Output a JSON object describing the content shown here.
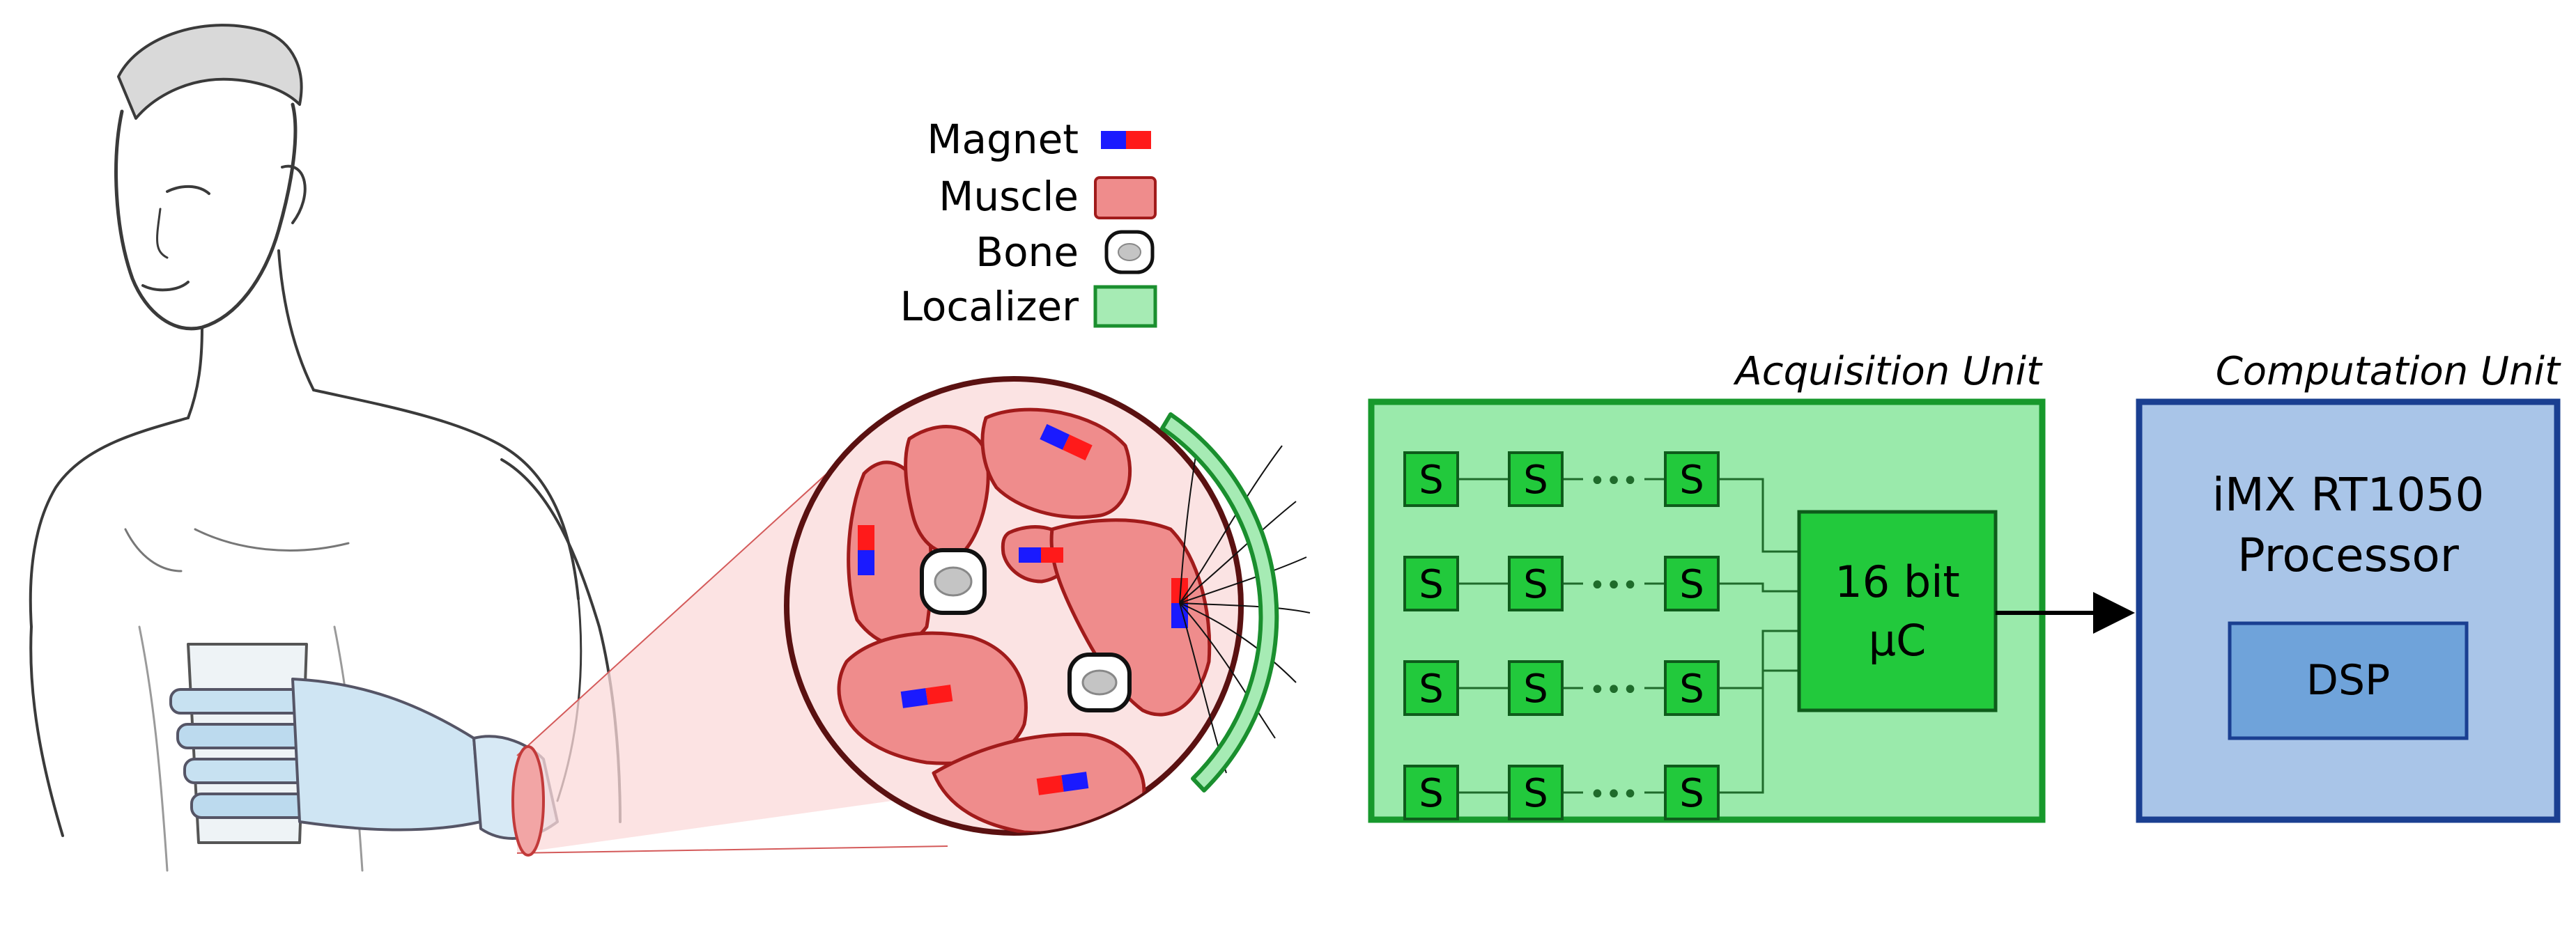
{
  "legend": {
    "items": [
      {
        "label": "Magnet",
        "icon": "magnet-icon"
      },
      {
        "label": "Muscle",
        "icon": "muscle-swatch-icon"
      },
      {
        "label": "Bone",
        "icon": "bone-icon"
      },
      {
        "label": "Localizer",
        "icon": "localizer-swatch-icon"
      }
    ]
  },
  "acquisition_unit": {
    "title": "Acquisition Unit",
    "sensor_label": "S",
    "rows": 4,
    "sensors_per_row_shown": 3,
    "ellipsis": "•••",
    "controller_line1": "16 bit",
    "controller_line2": "µC"
  },
  "computation_unit": {
    "title": "Computation Unit",
    "processor_line1": "iMX RT1050",
    "processor_line2": "Processor",
    "dsp_label": "DSP"
  },
  "colors": {
    "magnet_north": "#ff1a1a",
    "magnet_south": "#1a1aff",
    "muscle_fill": "#ef8c8c",
    "muscle_stroke": "#a11b1b",
    "bone_stroke": "#111111",
    "localizer_fill": "#a6ebb4",
    "localizer_stroke": "#1a8f2e",
    "acq_fill": "#9aeaab",
    "acq_stroke": "#17992c",
    "sensor_fill": "#22c93c",
    "comp_fill": "#a9c5e8",
    "comp_stroke": "#1a3f91",
    "dsp_fill": "#6fa3da"
  }
}
